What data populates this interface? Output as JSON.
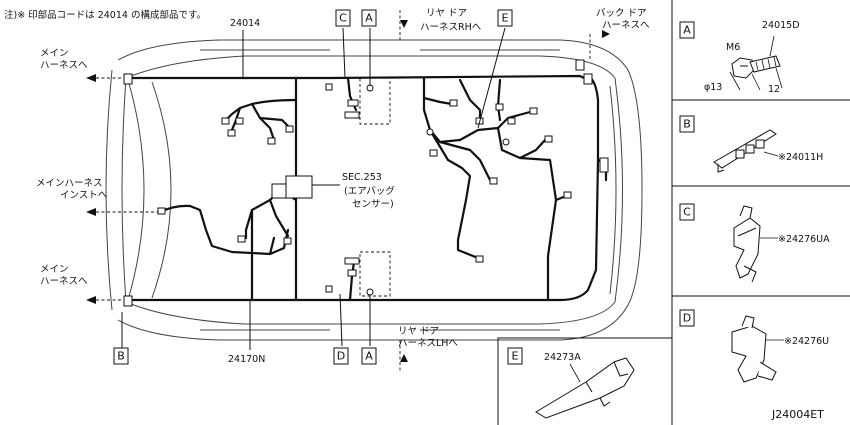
{
  "note": "注)※ 印部品コードは 24014 の構成部品です。",
  "diagram_code": "J24004ET",
  "part_labels": {
    "main_harness": "24014",
    "floor_harness": "24170N",
    "bolt": "24015D",
    "clip_b": "※24011H",
    "bracket_c": "※24276UA",
    "bracket_d": "※24276U",
    "protector_e": "24273A"
  },
  "section_ref": {
    "sec": "SEC.253",
    "desc": "(エアバッグ",
    "desc2": "センサー)"
  },
  "destinations": {
    "main_harness_front_1": "メイン",
    "main_harness_front_2": "ハーネスへ",
    "main_inst_1": "メインハーネス",
    "main_inst_2": "インストへ",
    "main_harness_lower_1": "メイン",
    "main_harness_lower_2": "ハーネスへ",
    "rear_door_rh_1": "リヤ  ドア",
    "rear_door_rh_2": "ハーネスRHへ",
    "rear_door_lh_1": "リヤ  ドア",
    "rear_door_lh_2": "ハーネスLHへ",
    "back_door_1": "バック ドア",
    "back_door_2": "ハーネスへ"
  },
  "callouts": {
    "top_c": "C",
    "top_a": "A",
    "top_e": "E",
    "bottom_b": "B",
    "bottom_d": "D",
    "bottom_a": "A"
  },
  "details": {
    "a": {
      "letter": "A",
      "bolt_size": "M6",
      "diameter": "φ13",
      "length": "12"
    },
    "b": {
      "letter": "B"
    },
    "c": {
      "letter": "C"
    },
    "d": {
      "letter": "D"
    },
    "e": {
      "letter": "E"
    }
  }
}
